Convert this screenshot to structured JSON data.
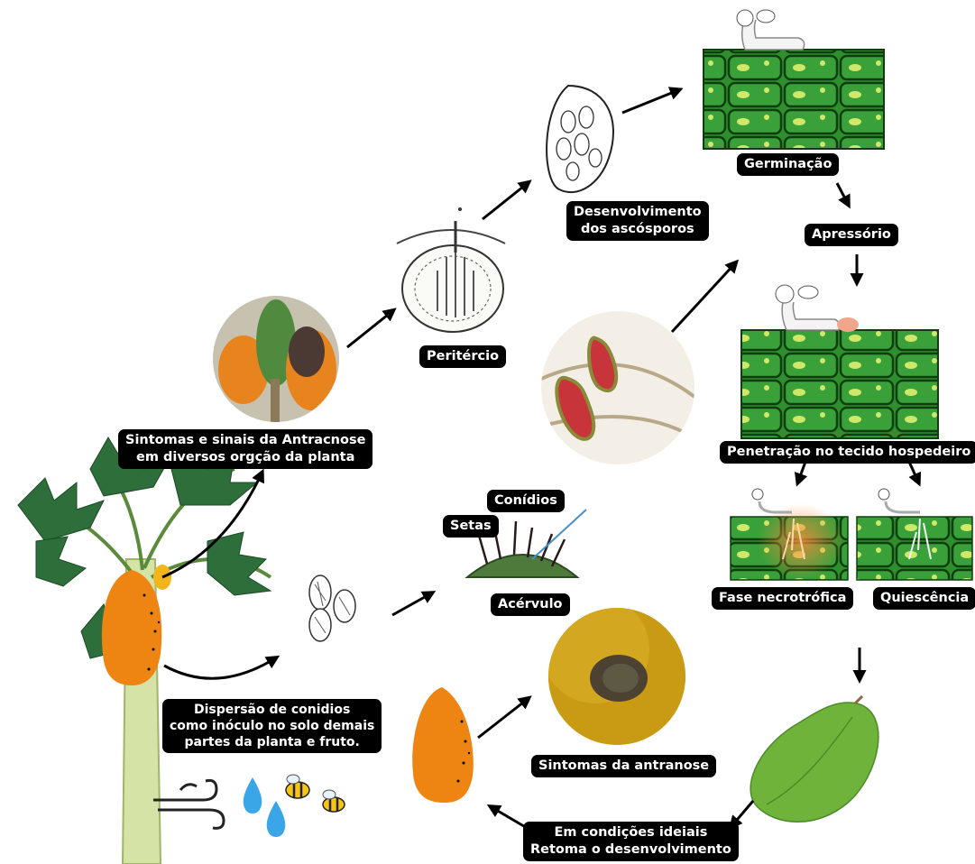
{
  "labels": {
    "sintomas_planta": [
      "Sintomas e sinais da Antracnose",
      "em diversos orgção da planta"
    ],
    "peritercio": "Peritércio",
    "desenvolvimento_ascosporos": [
      "Desenvolvimento",
      "dos ascósporos"
    ],
    "germinacao": "Germinação",
    "apressorio": "Apressório",
    "penetracao": "Penetração no tecido hospedeiro",
    "fase_necrotrofica": "Fase necrotrófica",
    "quiescencia": "Quiescência",
    "conidios": "Conídios",
    "setas": "Setas",
    "acervulo": "Acérvulo",
    "dispersao": [
      "Dispersão de conidios",
      "como inóculo no solo demais",
      "partes da planta e fruto."
    ],
    "sintomas_antranose": "Sintomas da antranose",
    "condicoes_ideais": [
      "Em condições ideiais",
      "Retoma o desenvolvimento"
    ]
  },
  "colors": {
    "leaf_tissue": "#2f8f2f",
    "cell_outline": "#0e3d0e",
    "papaya_orange": "#ee8412",
    "green_fruit": "#6fb33a",
    "water_drop": "#3aa6e8",
    "label_bg": "#000000"
  }
}
